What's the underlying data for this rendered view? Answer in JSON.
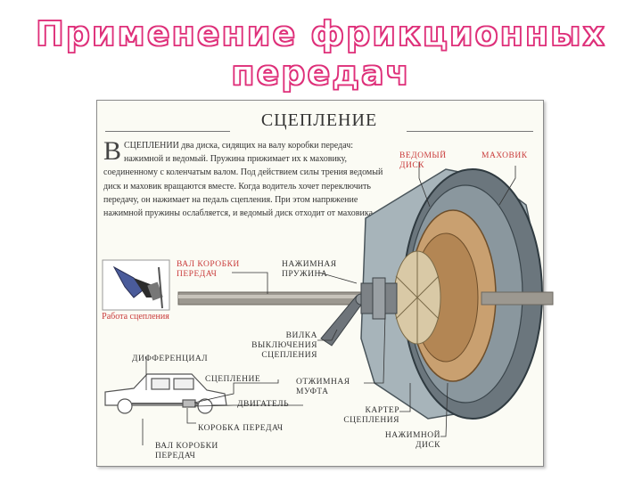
{
  "slide": {
    "title_line1": "Применение фрикционных",
    "title_line2": "передач"
  },
  "figure": {
    "heading": "СЦЕПЛЕНИЕ",
    "dropcap": "В",
    "body": "СЦЕПЛЕНИИ два диска, сидящих на валу коробки передач: нажимной и ведомый. Пружина прижимает их к маховику, соединенному с коленчатым валом. Под действием силы трения ведомый диск и маховик вращаются вместе. Когда водитель хочет переключить передачу, он нажимает на педаль сцепления. При этом напряжение нажимной пружины ослабляется, и ведомый диск отходит от маховика.",
    "inset_caption": "Работа сцепления",
    "labels": {
      "driven_disk": "ВЕДОМЫЙ ДИСК",
      "flywheel": "МАХОВИК",
      "gearbox_shaft": "ВАЛ КОРОБКИ ПЕРЕДАЧ",
      "pressure_spring": "НАЖИМНАЯ ПРУЖИНА",
      "release_fork": "ВИЛКА ВЫКЛЮЧЕНИЯ СЦЕПЛЕНИЯ",
      "differential": "ДИФФЕРЕНЦИАЛ",
      "clutch": "СЦЕПЛЕНИЕ",
      "engine": "ДВИГАТЕЛЬ",
      "gearbox": "КОРОБКА ПЕРЕДАЧ",
      "gearbox_shaft_car": "ВАЛ КОРОБКИ ПЕРЕДАЧ",
      "release_bearing": "ОТЖИМНАЯ МУФТА",
      "clutch_housing": "КАРТЕР СЦЕПЛЕНИЯ",
      "pressure_disk": "НАЖИМНОЙ ДИСК"
    }
  },
  "colors": {
    "title_outline": "#e0307a",
    "label_red": "#c93a3a",
    "housing": "#9aa8b0",
    "flywheel": "#5f6a72",
    "disk": "#c9a070"
  },
  "icons": [
    "pedal-illustration",
    "car-outline",
    "clutch-assembly-illustration"
  ]
}
